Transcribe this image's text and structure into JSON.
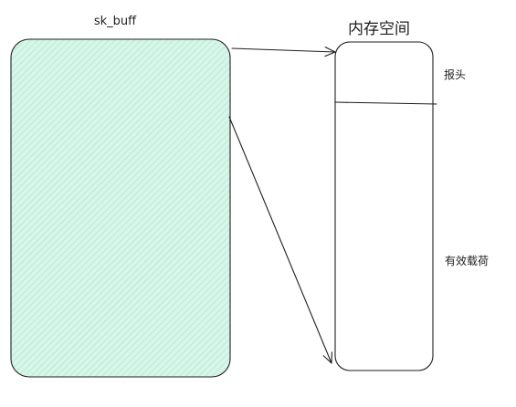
{
  "diagram": {
    "sk_buff_label": "sk_buff",
    "memory_title": "内存空间",
    "header_label": "报头",
    "payload_label": "有效载荷"
  },
  "colors": {
    "stroke": "#1e1e1e",
    "sk_buff_fill": "#c3f2df",
    "sk_buff_hatch": "#a5e6cc",
    "background": "#ffffff"
  }
}
